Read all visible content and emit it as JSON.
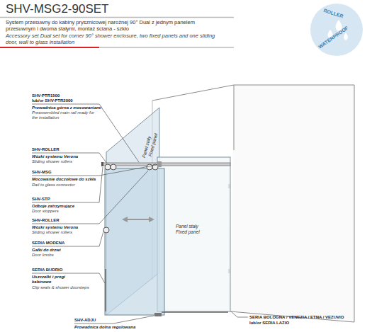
{
  "diagram": {
    "title": "SHV-MSG2-90SET",
    "labels": [
      "System przesuwny do kabiny prysznicowej narożnej 90° Dual z jednym panelem przesuwnym i dwoma stałymi, montaż ściana - szkło",
      "Accessory set Dual set for corner 90° shower enclosure, two fixed panels and one sliding door, wall to glass installation",
      "ROLLER",
      "WATERPROOF",
      "SHV-PTR1500",
      "lub/or SHV-PTR2000",
      "Prowadnica górna z mocowaniami",
      "Preassembled main rail ready for the installation",
      "Panel stały",
      "Fixed panel",
      "SHV-ROLLER",
      "Wózki systemu Verona",
      "Sliding shower rollers",
      "SHV-MSG",
      "Mocowanie doczołowe do szkła",
      "Rail to glass connector",
      "SHV-STP",
      "Odboje zatrzymujące",
      "Door stoppers",
      "SHV-ROLLER",
      "Wózki systemu Verona",
      "Sliding shower rollers",
      "SERIA MODENA",
      "Gałki do drzwi",
      "Door knobs",
      "SERIA BUDRIO",
      "Uszczelki i progi kabinowe",
      "Clip seals & shower doorsteps",
      "SHV-ADJU",
      "Prowadnica dolna regulowana",
      "SERIA BOLOGNA / VENEZIA / ETNA / VEZUVIO",
      "lub/or SERIA LAZIO",
      "Panel stały",
      "Fixed panel"
    ]
  }
}
